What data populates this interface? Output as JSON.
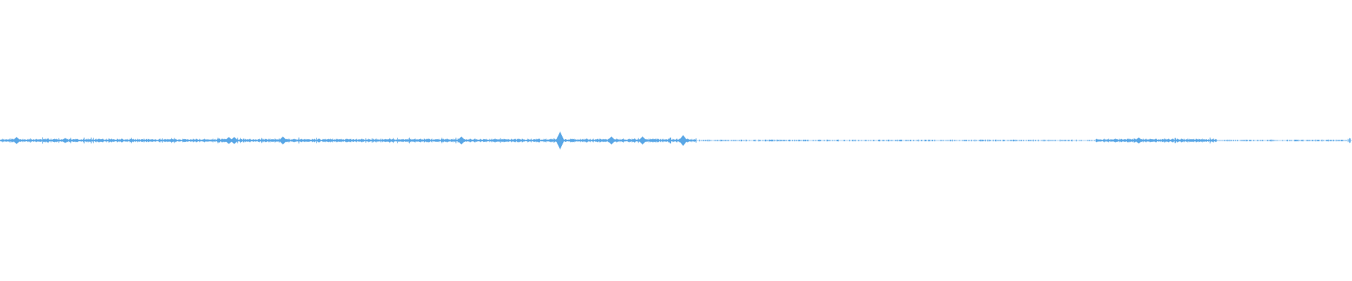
{
  "waveform": {
    "color": "#5aa7e6",
    "background": "#ffffff",
    "segments": [
      {
        "start": 0.0,
        "end": 0.515,
        "level": "low-activity"
      },
      {
        "start": 0.515,
        "end": 0.81,
        "level": "sparse"
      },
      {
        "start": 0.81,
        "end": 0.9,
        "level": "low-activity"
      },
      {
        "start": 0.9,
        "end": 1.0,
        "level": "sparse"
      }
    ],
    "peaks": [
      {
        "pos": 0.012,
        "amp": 0.35
      },
      {
        "pos": 0.048,
        "amp": 0.25
      },
      {
        "pos": 0.169,
        "amp": 0.35
      },
      {
        "pos": 0.173,
        "amp": 0.35
      },
      {
        "pos": 0.209,
        "amp": 0.4
      },
      {
        "pos": 0.341,
        "amp": 0.4
      },
      {
        "pos": 0.414,
        "amp": 0.9
      },
      {
        "pos": 0.452,
        "amp": 0.4
      },
      {
        "pos": 0.475,
        "amp": 0.4
      },
      {
        "pos": 0.505,
        "amp": 0.55
      },
      {
        "pos": 0.842,
        "amp": 0.3
      },
      {
        "pos": 0.998,
        "amp": 0.25
      }
    ]
  }
}
